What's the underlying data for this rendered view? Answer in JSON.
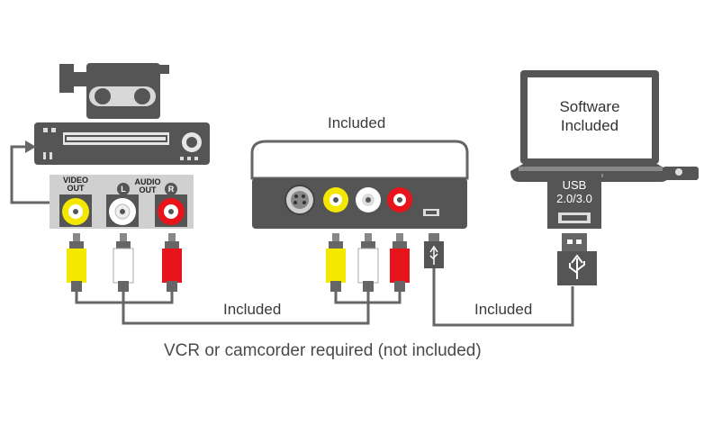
{
  "labels": {
    "included_top": "Included",
    "included_left": "Included",
    "included_right": "Included",
    "caption": "VCR or camcorder required (not included)",
    "software_line1": "Software",
    "software_line2": "Included",
    "usb_line1": "USB",
    "usb_line2": "2.0/3.0",
    "video_out_line1": "VIDEO",
    "video_out_line2": "OUT",
    "audio_out_line1": "AUDIO",
    "audio_out_line2": "OUT",
    "audio_left": "L",
    "audio_right": "R"
  },
  "colors": {
    "device_gray": "#555555",
    "panel_gray": "#d0d0d0",
    "yellow": "#f5e800",
    "red": "#e8141c",
    "white": "#ffffff",
    "wire": "#666666"
  },
  "icons": [
    "camcorder-icon",
    "vcr-icon",
    "usb-symbol-icon"
  ]
}
